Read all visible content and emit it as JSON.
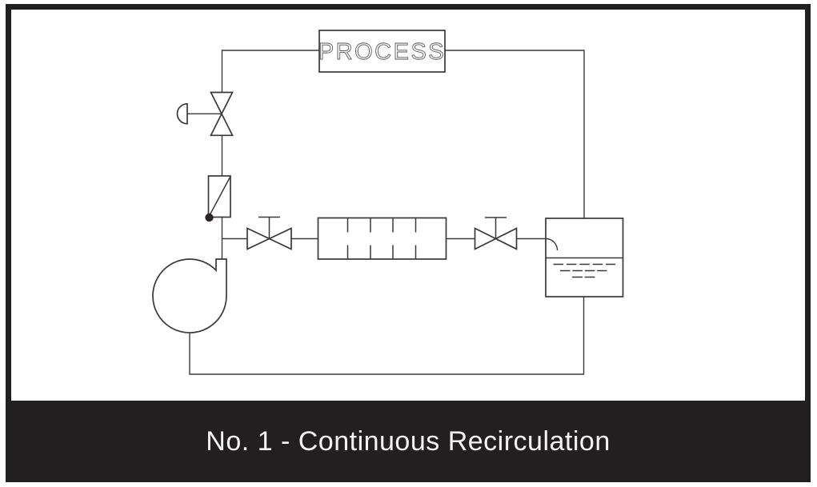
{
  "page": {
    "background": "#ffffff",
    "frame_color": "#221f20"
  },
  "diagram": {
    "process_label": "PROCESS",
    "line_color": "#3a3a3c",
    "symbols": [
      "relief-valve-with-diaphragm-actuator",
      "back-pressure-valve",
      "centrifugal-pump",
      "hand-valve-upstream",
      "inline-strainer",
      "hand-valve-downstream",
      "storage-tank-with-liquid"
    ]
  },
  "title_bar": {
    "label": "No. 1 - Continuous Recirculation",
    "background": "#221f20",
    "text_color": "#f4f3f3"
  }
}
